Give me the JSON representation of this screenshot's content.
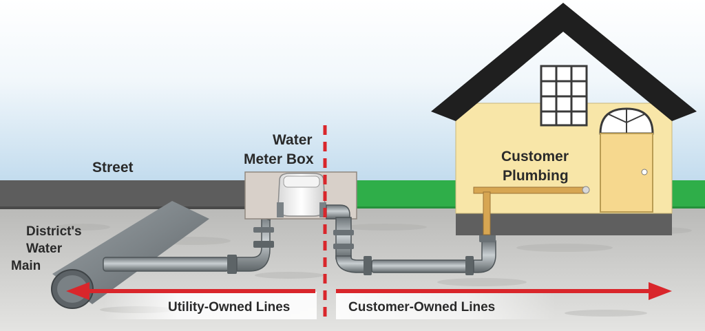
{
  "labels": {
    "street": "Street",
    "main_line1": "District's",
    "main_line2": "Water",
    "main_line3": "Main",
    "meter_line1": "Water",
    "meter_line2": "Meter Box",
    "plumbing_line1": "Customer",
    "plumbing_line2": "Plumbing",
    "utility_lines": "Utility-Owned Lines",
    "customer_lines": "Customer-Owned Lines"
  },
  "colors": {
    "arrow": "#d9262b",
    "divider": "#d9262b",
    "roof": "#1f1f1f",
    "house_wall": "#f8e6a8",
    "door": "#f6d88e",
    "grass": "#2fae49",
    "street": "#5d5d5d",
    "pipe": "#8d9498",
    "house_pipe": "#d7a652"
  },
  "icons": {
    "house": "house-icon",
    "meter": "water-meter-icon",
    "water_main": "water-main-pipe-icon"
  }
}
